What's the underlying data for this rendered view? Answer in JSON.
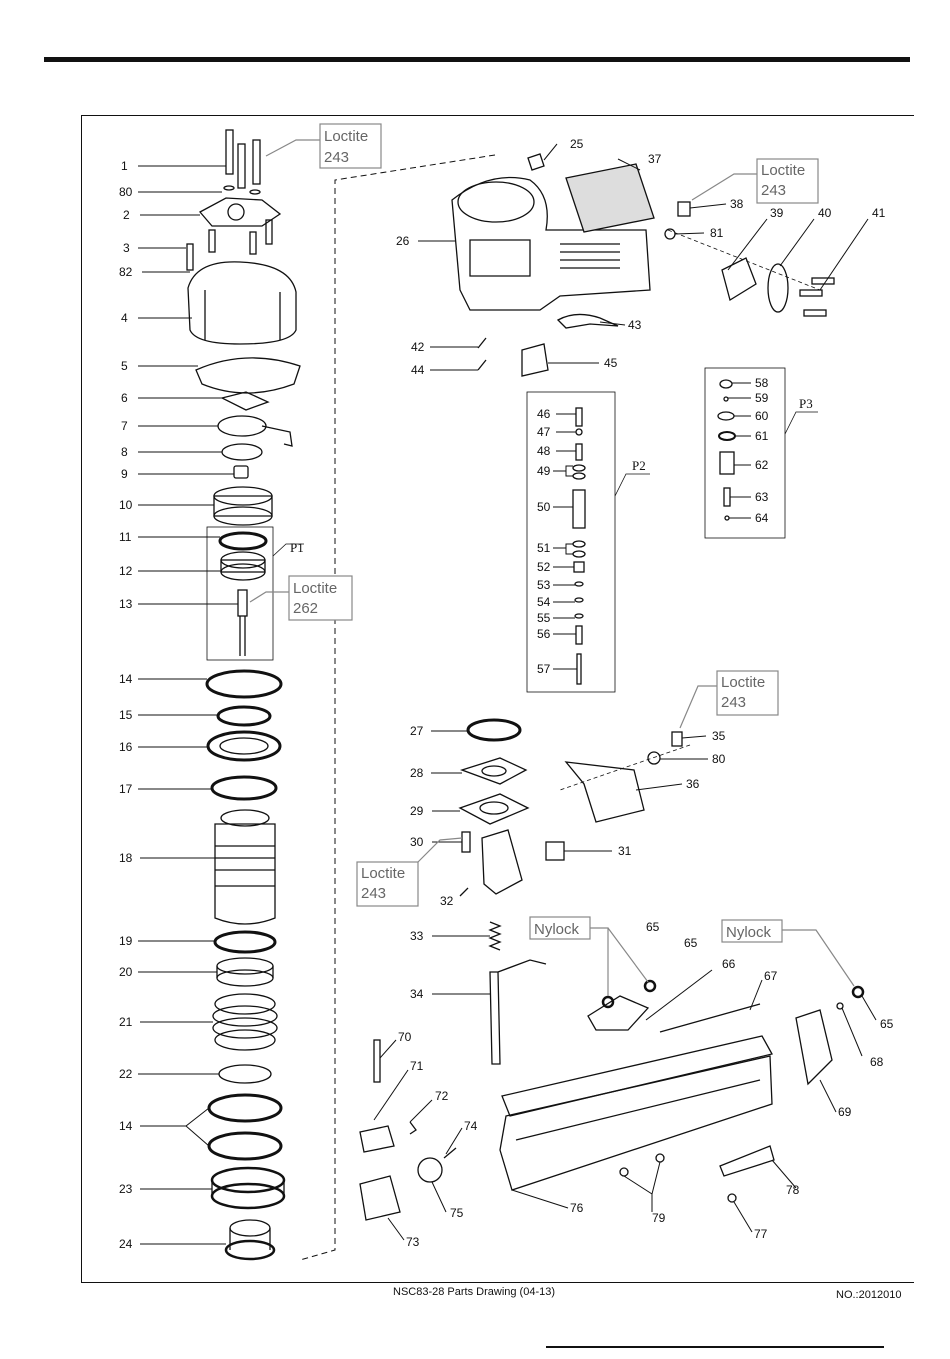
{
  "caption": "NSC83-28 Parts Drawing (04-13)",
  "doc_number": "NO.:2012010",
  "groups": [
    "P1",
    "P2",
    "P3"
  ],
  "callouts": [
    {
      "line1": "Loctite",
      "line2": "243"
    },
    {
      "line1": "Loctite",
      "line2": "262"
    },
    {
      "line1": "Loctite",
      "line2": "243"
    },
    {
      "line1": "Loctite",
      "line2": "243"
    },
    {
      "line1": "Loctite",
      "line2": "243"
    },
    {
      "line1": "Nylock",
      "line2": ""
    },
    {
      "line1": "Nylock",
      "line2": ""
    }
  ],
  "left_column_labels": [
    "1",
    "80",
    "2",
    "3",
    "82",
    "4",
    "5",
    "6",
    "7",
    "8",
    "9",
    "10",
    "11",
    "12",
    "13",
    "14",
    "15",
    "16",
    "17",
    "18",
    "19",
    "20",
    "21",
    "22",
    "14",
    "23",
    "24"
  ],
  "right_labels": [
    "25",
    "37",
    "38",
    "81",
    "26",
    "39",
    "40",
    "41",
    "42",
    "43",
    "44",
    "45",
    "46",
    "47",
    "48",
    "49",
    "50",
    "51",
    "52",
    "53",
    "54",
    "55",
    "56",
    "57",
    "58",
    "59",
    "60",
    "61",
    "62",
    "63",
    "64",
    "27",
    "35",
    "80",
    "28",
    "36",
    "29",
    "30",
    "31",
    "32",
    "33",
    "65",
    "65",
    "66",
    "67",
    "65",
    "34",
    "68",
    "69",
    "70",
    "71",
    "72",
    "74",
    "75",
    "73",
    "76",
    "78",
    "79",
    "77"
  ]
}
